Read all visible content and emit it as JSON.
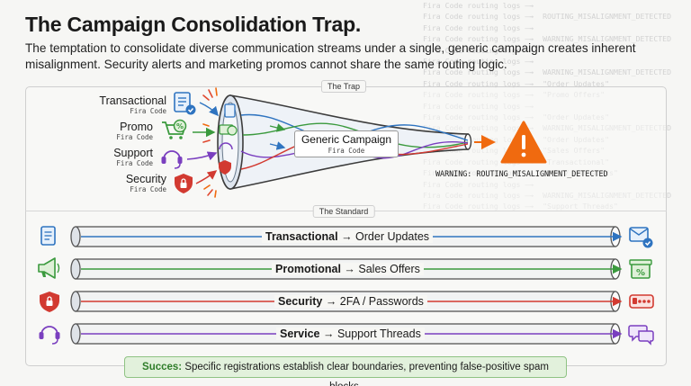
{
  "title": "The Campaign Consolidation Trap.",
  "subtitle": "The temptation to consolidate diverse communication streams under a single, generic campaign creates inherent misalignment. Security alerts and marketing promos cannot share the same routing logic.",
  "background_logs": [
    "Fira Code routing logs —→",
    "Fira Code routing logs —→  ROUTING_MISALIGNMENT_DETECTED",
    "Fira Code routing logs —→",
    "Fira Code routing logs —→  WARNING_MISALIGNMENT_DETECTED",
    "Fira Code routing logs —→",
    "Fira Code routing logs —→",
    "Fira Code routing logs —→  WARNING_MISALIGNMENT_DETECTED",
    "Fira Code routing logs —→  \"Order Updates\"",
    "Fira Code routing logs —→  \"Promo Offers\"",
    "Fira Code routing logs —→",
    "Fira Code routing logs —→  \"Order Updates\"",
    "Fira Code routing logs —→  WARNING_MISALIGNMENT_DETECTED",
    "Fira Code routing logs —→  \"Order Updates\"",
    "Fira Code routing logs —→  \"Sales Offers\"",
    "Fira Code routing logs —→  \"Transactional\"",
    "Fira Code routing logs —→  \"2FA / Passwords\"",
    "Fira Code routing logs —→",
    "Fira Code routing logs —→  WARNING_MISALIGNMENT_DETECTED",
    "Fira Code routing logs —→  \"Support Threads\""
  ],
  "trap": {
    "label": "The Trap",
    "streams": [
      {
        "name": "Transactional",
        "sub": "Fira Code",
        "icon": "document-check-icon",
        "color": "#2f74c0"
      },
      {
        "name": "Promo",
        "sub": "Fira Code",
        "icon": "shopping-cart-percent-icon",
        "color": "#3b9a3e"
      },
      {
        "name": "Support",
        "sub": "Fira Code",
        "icon": "headset-icon",
        "color": "#7a3fbf"
      },
      {
        "name": "Security",
        "sub": "Fira Code",
        "icon": "shield-lock-icon",
        "color": "#d23a31"
      }
    ],
    "funnel": {
      "name": "Generic Campaign",
      "sub": "Fira Code"
    },
    "warning": "WARNING: ROUTING_MISALIGNMENT_DETECTED",
    "warning_color": "#f06a0f"
  },
  "standard": {
    "label": "The Standard",
    "routes": [
      {
        "category": "Transactional",
        "destination": "Order Updates",
        "color": "#2f74c0",
        "start_icon": "document-icon",
        "end_icon": "envelope-check-icon"
      },
      {
        "category": "Promotional",
        "destination": "Sales Offers",
        "color": "#3b9a3e",
        "start_icon": "megaphone-icon",
        "end_icon": "gift-percent-icon"
      },
      {
        "category": "Security",
        "destination": "2FA / Passwords",
        "color": "#d23a31",
        "start_icon": "shield-lock-icon",
        "end_icon": "password-lock-icon"
      },
      {
        "category": "Service",
        "destination": "Support Threads",
        "color": "#7a3fbf",
        "start_icon": "headset-icon",
        "end_icon": "chat-bubbles-icon"
      }
    ]
  },
  "success": {
    "lead": "Succes:",
    "text": " Specific registrations establish clear boundaries, preventing false-positive spam blocks.",
    "color": "#2f7d2a"
  }
}
